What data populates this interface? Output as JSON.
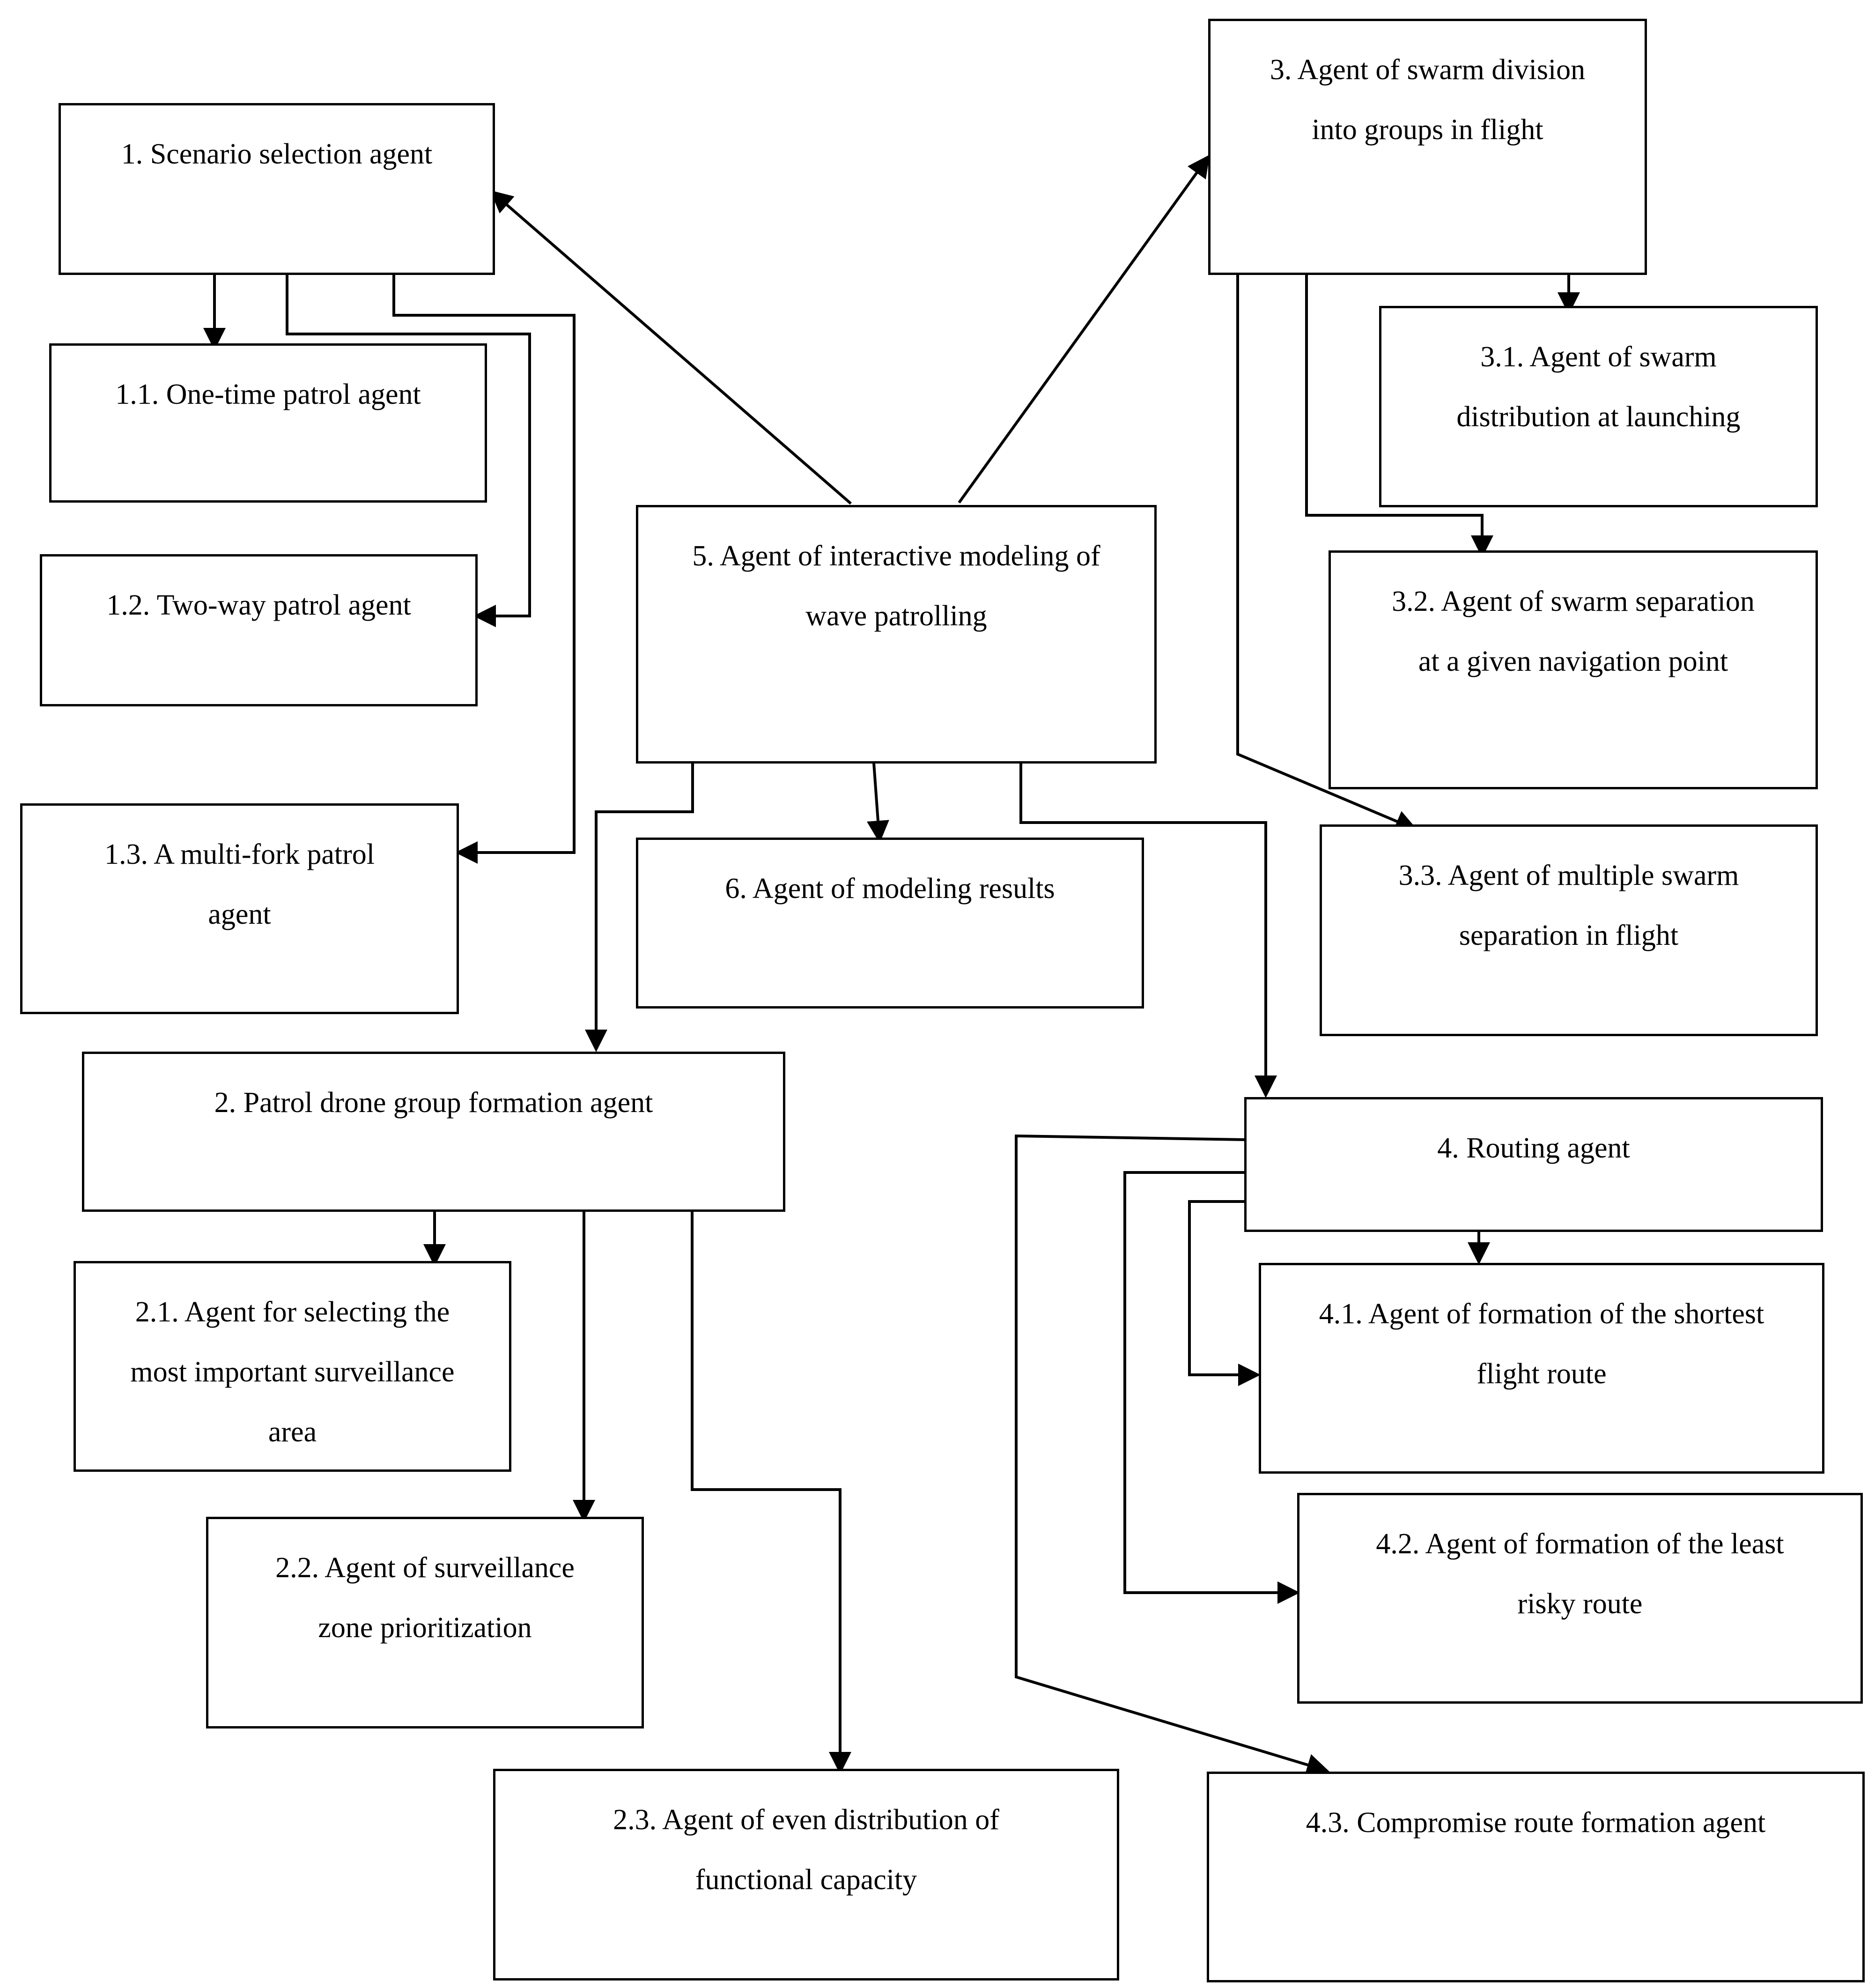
{
  "nodes": {
    "n1": {
      "line1": "1. Scenario selection agent",
      "line2": "",
      "line3": ""
    },
    "n11": {
      "line1": "1.1. One-time patrol agent",
      "line2": "",
      "line3": ""
    },
    "n12": {
      "line1": "1.2. Two-way patrol agent",
      "line2": "",
      "line3": ""
    },
    "n13": {
      "line1": "1.3. A multi-fork patrol",
      "line2": "agent",
      "line3": ""
    },
    "n2": {
      "line1": "2. Patrol drone group formation agent",
      "line2": "",
      "line3": ""
    },
    "n21": {
      "line1": "2.1. Agent for selecting the",
      "line2": "most important surveillance",
      "line3": "area"
    },
    "n22": {
      "line1": "2.2. Agent of surveillance",
      "line2": "zone prioritization",
      "line3": ""
    },
    "n23": {
      "line1": "2.3. Agent of even distribution of",
      "line2": "functional capacity",
      "line3": ""
    },
    "n3": {
      "line1": "3. Agent of swarm division",
      "line2": "into groups in flight",
      "line3": ""
    },
    "n31": {
      "line1": "3.1. Agent of swarm",
      "line2": "distribution at launching",
      "line3": ""
    },
    "n32": {
      "line1": "3.2. Agent of swarm separation",
      "line2": "at a given navigation point",
      "line3": ""
    },
    "n33": {
      "line1": "3.3. Agent of multiple swarm",
      "line2": "separation in flight",
      "line3": ""
    },
    "n4": {
      "line1": "4. Routing agent",
      "line2": "",
      "line3": ""
    },
    "n41": {
      "line1": "4.1. Agent of formation of the shortest",
      "line2": "flight route",
      "line3": ""
    },
    "n42": {
      "line1": "4.2. Agent of formation of the least",
      "line2": "risky route",
      "line3": ""
    },
    "n43": {
      "line1": "4.3. Compromise route formation agent",
      "line2": "",
      "line3": ""
    },
    "n5": {
      "line1": "5. Agent of interactive modeling of",
      "line2": "wave patrolling",
      "line3": ""
    },
    "n6": {
      "line1": "6. Agent of modeling results",
      "line2": "",
      "line3": ""
    }
  },
  "connectors": [
    {
      "from": "1. Scenario selection agent",
      "to": "1.1. One-time patrol agent"
    },
    {
      "from": "1. Scenario selection agent",
      "to": "1.2. Two-way patrol agent"
    },
    {
      "from": "1. Scenario selection agent",
      "to": "1.3. A multi-fork patrol agent"
    },
    {
      "from": "5. Agent of interactive modeling of wave patrolling",
      "to": "1. Scenario selection agent"
    },
    {
      "from": "5. Agent of interactive modeling of wave patrolling",
      "to": "3. Agent of swarm division into groups in flight"
    },
    {
      "from": "5. Agent of interactive modeling of wave patrolling",
      "to": "2. Patrol drone group formation agent"
    },
    {
      "from": "5. Agent of interactive modeling of wave patrolling",
      "to": "6. Agent of modeling results"
    },
    {
      "from": "5. Agent of interactive modeling of wave patrolling",
      "to": "4. Routing agent"
    },
    {
      "from": "3. Agent of swarm division into groups in flight",
      "to": "3.1. Agent of swarm distribution at launching"
    },
    {
      "from": "3. Agent of swarm division into groups in flight",
      "to": "3.2. Agent of swarm separation at a given navigation point"
    },
    {
      "from": "3. Agent of swarm division into groups in flight",
      "to": "3.3. Agent of multiple swarm separation in flight"
    },
    {
      "from": "2. Patrol drone group formation agent",
      "to": "2.1. Agent for selecting the most important surveillance area"
    },
    {
      "from": "2. Patrol drone group formation agent",
      "to": "2.2. Agent of surveillance zone prioritization"
    },
    {
      "from": "2. Patrol drone group formation agent",
      "to": "2.3. Agent of even distribution of functional capacity"
    },
    {
      "from": "4. Routing agent",
      "to": "4.1. Agent of formation of the shortest flight route"
    },
    {
      "from": "4. Routing agent",
      "to": "4.2. Agent of formation of the least risky route"
    },
    {
      "from": "4. Routing agent",
      "to": "4.3. Compromise route formation agent"
    }
  ]
}
